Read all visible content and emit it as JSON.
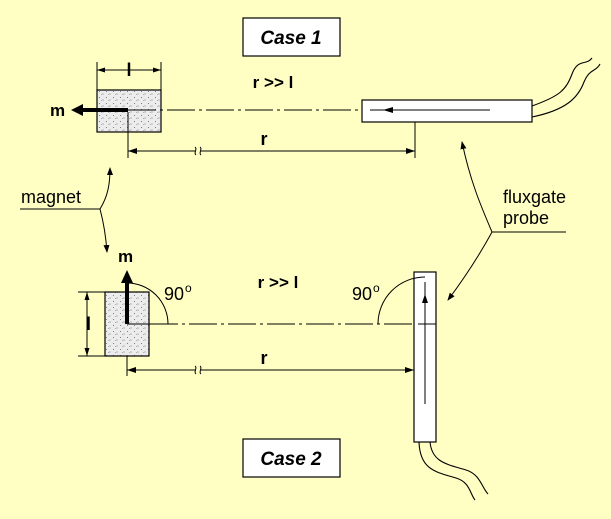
{
  "case1": {
    "title": "Case 1",
    "condition": "r >> l",
    "length_label": "l",
    "moment_label": "m",
    "distance_label": "r"
  },
  "case2": {
    "title": "Case 2",
    "condition": "r >> l",
    "length_label": "l",
    "moment_label": "m",
    "distance_label": "r",
    "angle_left": "90",
    "angle_right": "90",
    "degree_mark": "o"
  },
  "labels": {
    "magnet": "magnet",
    "probe_line1": "fluxgate",
    "probe_line2": "probe"
  },
  "colors": {
    "background": "#ffffc4",
    "magnet_fill": "#ececec",
    "stroke": "#000000"
  }
}
